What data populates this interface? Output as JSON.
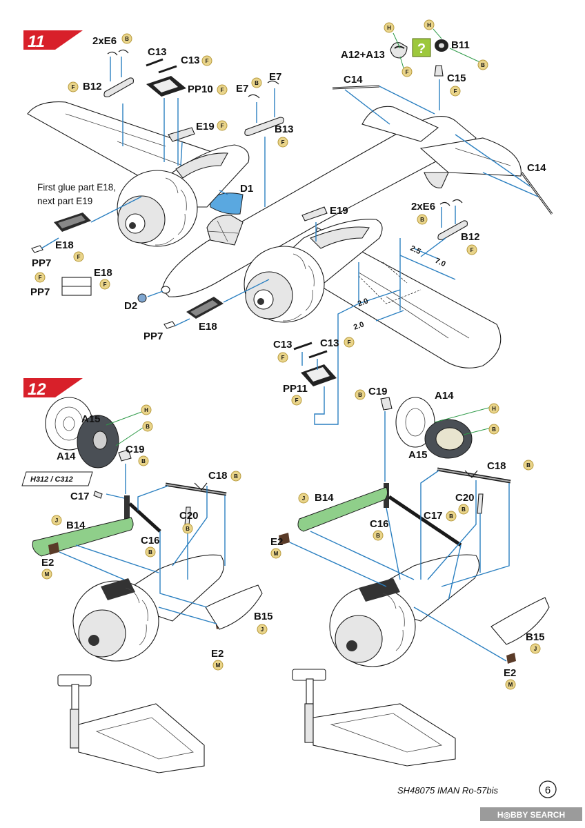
{
  "steps": [
    "11",
    "12"
  ],
  "step11": {
    "labels": {
      "e6_top": "2xE6",
      "b12_top": "B12",
      "c13_a": "C13",
      "c13_b": "C13",
      "pp10": "PP10",
      "e7_a": "E7",
      "e7_b": "E7",
      "b13": "B13",
      "e19_a": "E19",
      "e19_b": "E19",
      "a12a13": "A12+A13",
      "b11": "B11",
      "c14_a": "C14",
      "c15": "C15",
      "c14_b": "C14",
      "d1": "D1",
      "d2": "D2",
      "e18_a": "E18",
      "e18_b": "E18",
      "e18_c": "E18",
      "pp7_a": "PP7",
      "pp7_b": "PP7",
      "pp7_c": "PP7",
      "e6_right": "2xE6",
      "b12_right": "B12",
      "c13_c": "C13",
      "c13_d": "C13",
      "pp11": "PP11"
    },
    "note_line1": "First glue part E18,",
    "note_line2": "next part E19",
    "dims": [
      "2.5",
      "7.0",
      "2.0",
      "2.0"
    ],
    "question_mark": "?"
  },
  "step12": {
    "version_tag": "H312 / C312",
    "left": {
      "a15": "A15",
      "a14": "A14",
      "c19": "C19",
      "c17": "C17",
      "c18": "C18",
      "c20": "C20",
      "b14": "B14",
      "c16": "C16",
      "e2_a": "E2",
      "e2_b": "E2",
      "b15": "B15"
    },
    "right": {
      "c19": "C19",
      "a14": "A14",
      "a15": "A15",
      "c18": "C18",
      "c20": "C20",
      "b14": "B14",
      "c17": "C17",
      "c16": "C16",
      "e2_a": "E2",
      "e2_b": "E2",
      "b15": "B15"
    }
  },
  "paint_codes": [
    "B",
    "F",
    "H",
    "J",
    "M"
  ],
  "footer": {
    "product": "SH48075 IMAN Ro-57bis",
    "page_number": "6",
    "watermark": "H◎BBY SEARCH"
  },
  "colors": {
    "arrow": "#2a7fc0",
    "step_badge": "#d8202a",
    "paint_drop": "#e9d48a",
    "callout_line": "#2e9a48",
    "window_blue": "#5aa8e0",
    "green_part": "#8fcf8a",
    "question_box": "#9dc83c"
  }
}
